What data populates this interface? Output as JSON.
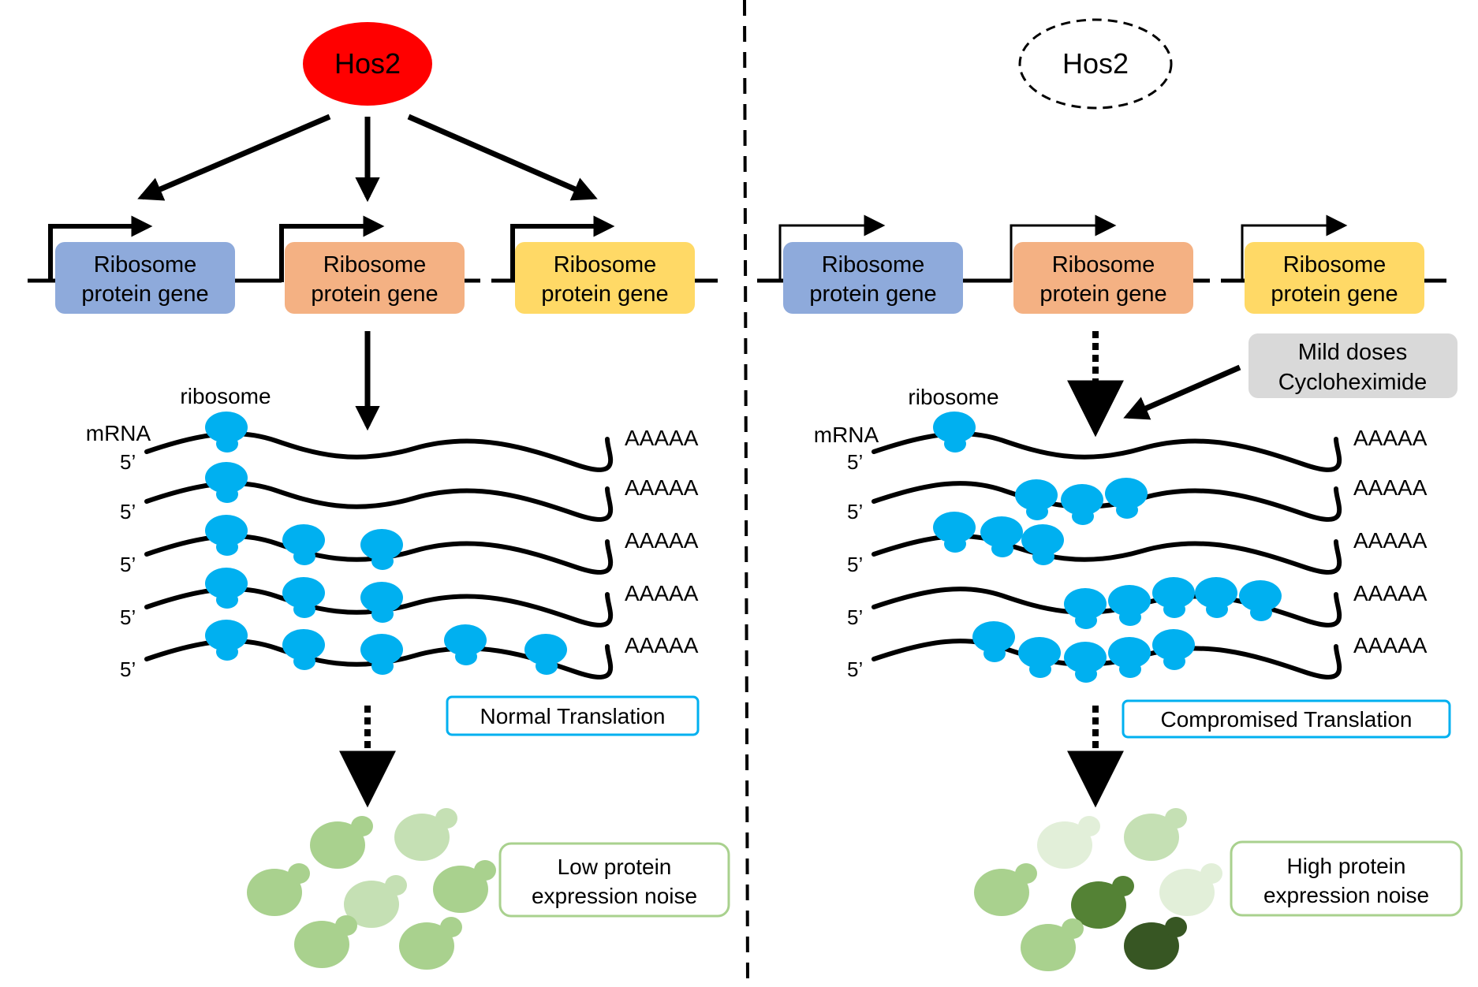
{
  "colors": {
    "hos2_active": "#ff0000",
    "gene_blue": "#8eaadb",
    "gene_orange": "#f4b183",
    "gene_yellow": "#ffd966",
    "ribosome": "#00b0f0",
    "translation_box": "#00b0f0",
    "noise_box": "#a9d18e",
    "cyclo_box": "#d9d9d9",
    "cell_pale": "#e2efd9",
    "cell_light": "#c5e0b4",
    "cell_mid": "#a9d18e",
    "cell_dark": "#548235",
    "cell_darkest": "#375623"
  },
  "left": {
    "hos2_label": "Hos2",
    "genes": [
      "Ribosome\nprotein gene",
      "Ribosome\nprotein gene",
      "Ribosome\nprotein gene"
    ],
    "ribosome_label": "ribosome",
    "mrna_label": "mRNA",
    "five_prime": "5’",
    "polyA": "AAAAA",
    "translation_label": "Normal Translation",
    "noise_label": "Low protein\nexpression noise"
  },
  "right": {
    "hos2_label": "Hos2",
    "genes": [
      "Ribosome\nprotein gene",
      "Ribosome\nprotein gene",
      "Ribosome\nprotein gene"
    ],
    "drug_label": "Mild doses\nCycloheximide",
    "ribosome_label": "ribosome",
    "mrna_label": "mRNA",
    "five_prime": "5’",
    "polyA": "AAAAA",
    "translation_label": "Compromised Translation",
    "noise_label": "High protein\nexpression noise"
  }
}
